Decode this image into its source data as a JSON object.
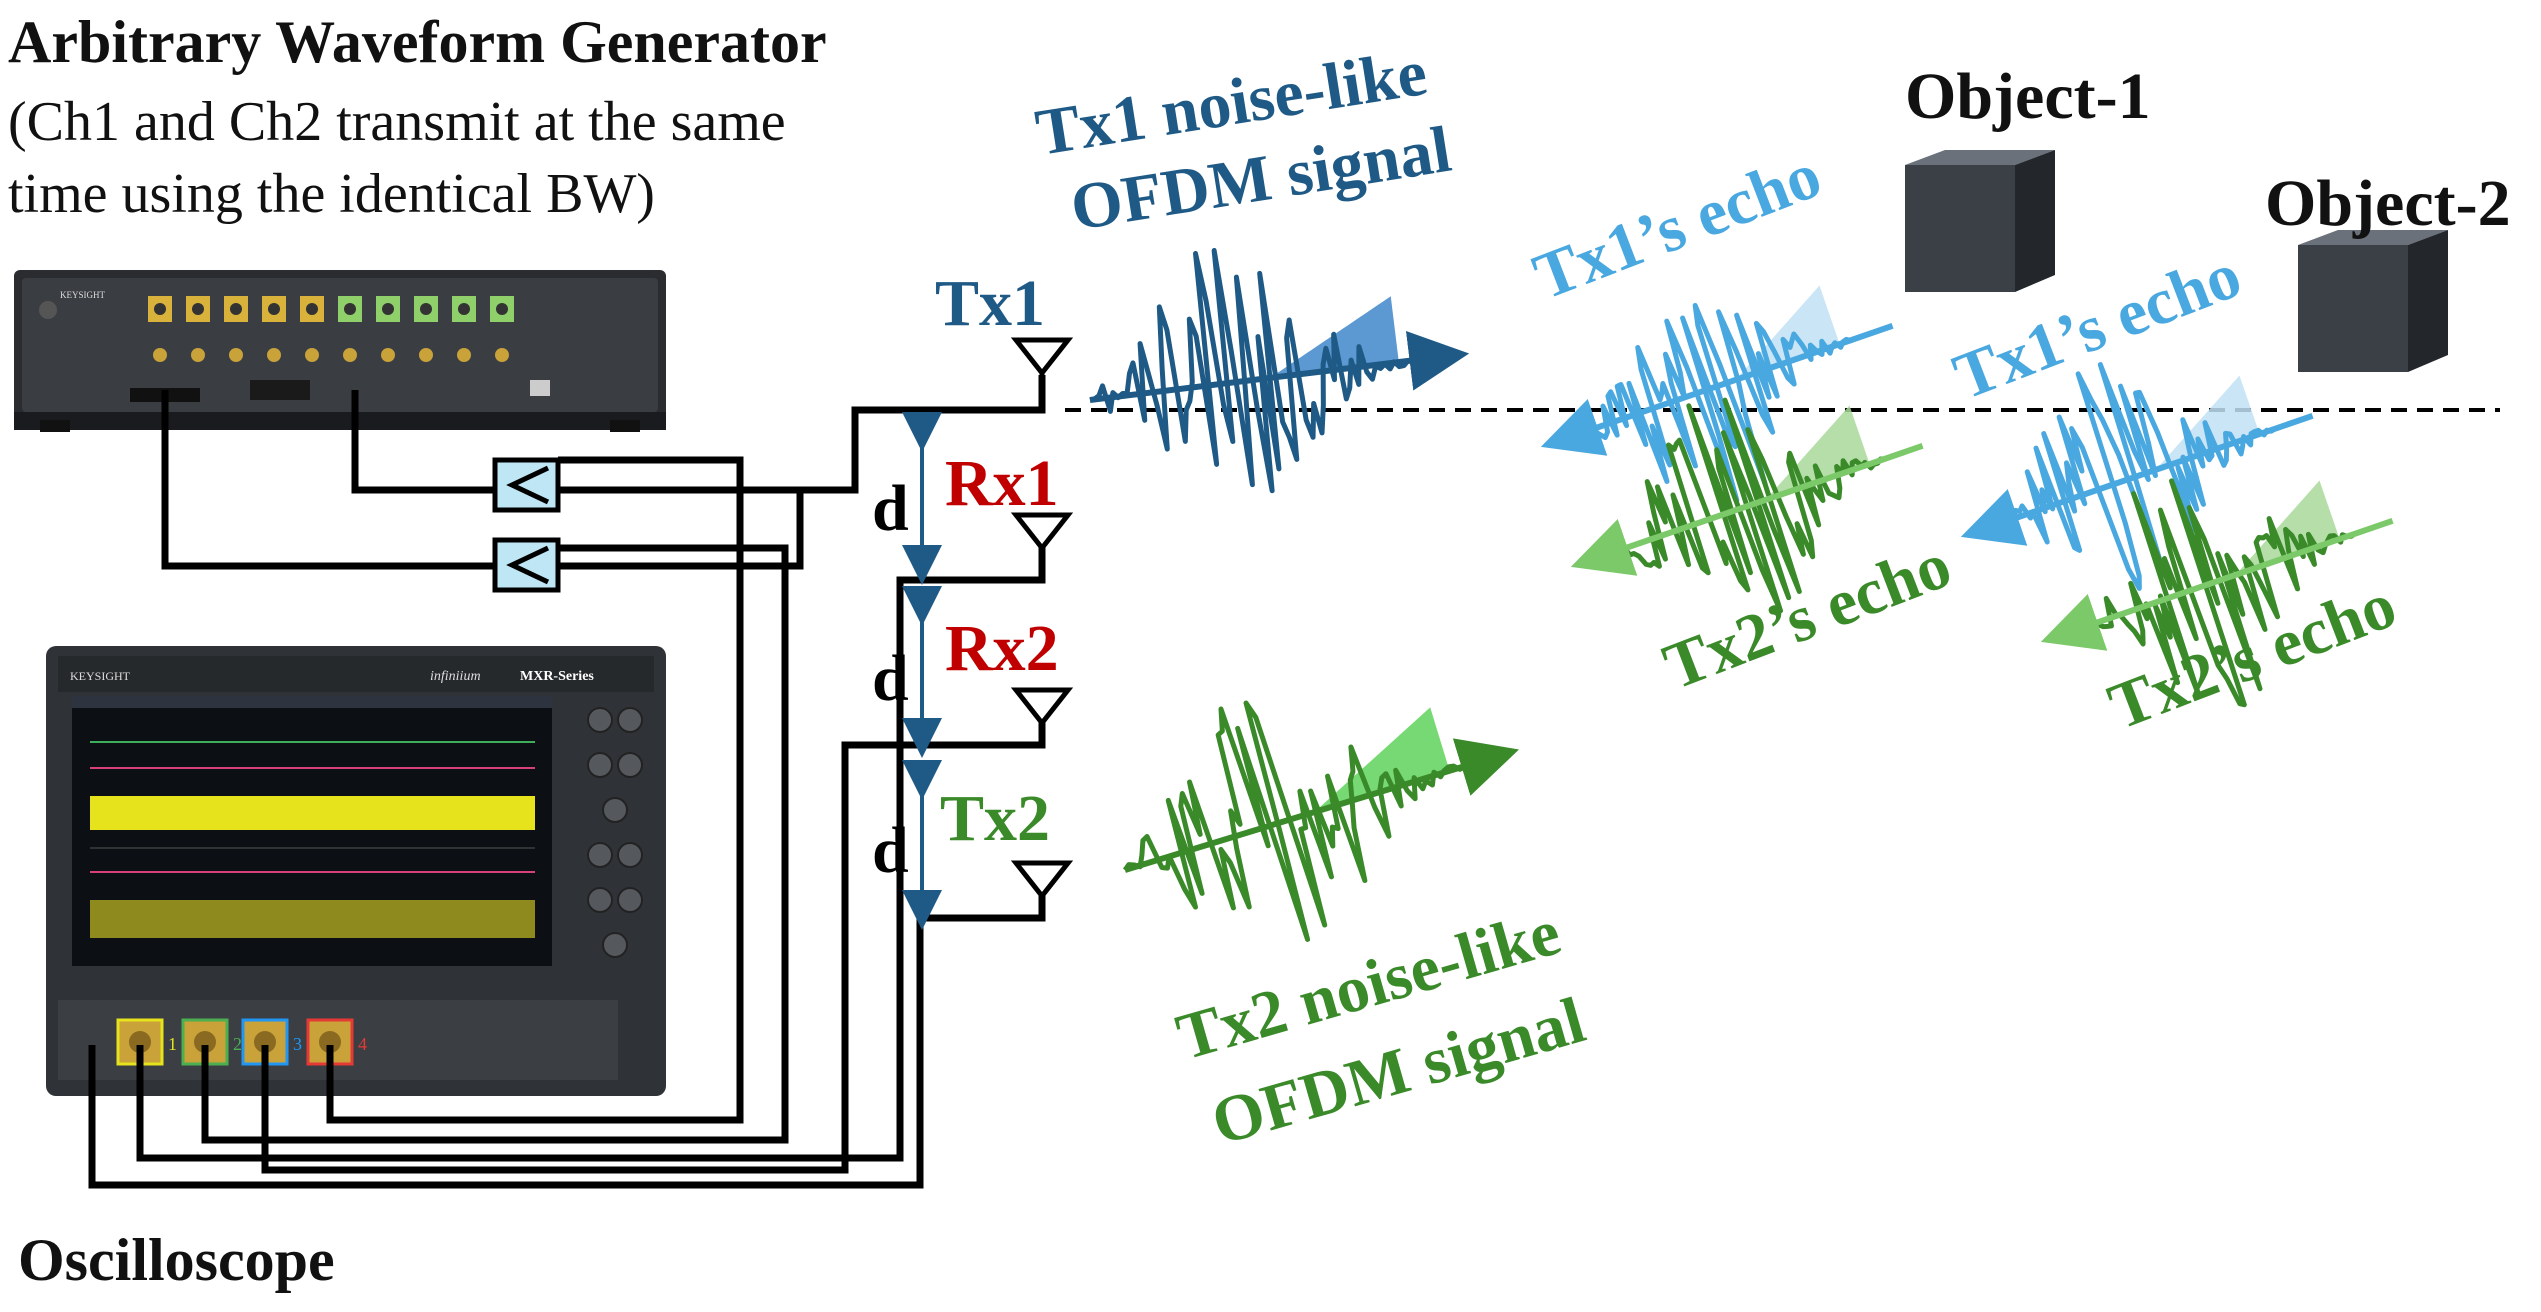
{
  "instruments": {
    "awg_title": "Arbitrary Waveform Generator",
    "awg_note_line1": "(Ch1 and Ch2 transmit at the same",
    "awg_note_line2": "time using the identical BW)",
    "scope_title": "Oscilloscope",
    "awg_brand": "KEYSIGHT",
    "scope_brand": "KEYSIGHT",
    "scope_series": "MXR-Series",
    "scope_model_text": "infiniium",
    "scope_channels": [
      "1",
      "2",
      "3",
      "4"
    ]
  },
  "antennas": {
    "tx1": "Tx1",
    "rx1": "Rx1",
    "rx2": "Rx2",
    "tx2": "Tx2",
    "spacing": [
      "d",
      "d",
      "d"
    ]
  },
  "signals": {
    "tx1_line1": "Tx1 noise-like",
    "tx1_line2": "OFDM signal",
    "tx2_line1": "Tx2 noise-like",
    "tx2_line2": "OFDM signal",
    "echo_tx1_a": "Tx1’s echo",
    "echo_tx1_b": "Tx1’s echo",
    "echo_tx2_a": "Tx2’s echo",
    "echo_tx2_b": "Tx2’s echo"
  },
  "objects": {
    "object1": "Object-1",
    "object2": "Object-2"
  },
  "colors": {
    "tx1_dark": "#1f5a86",
    "tx1_light": "#4aa8e0",
    "tx2_green": "#3a8a2a",
    "rx_red": "#c00000",
    "splitter_fill": "#bfe6f5"
  }
}
